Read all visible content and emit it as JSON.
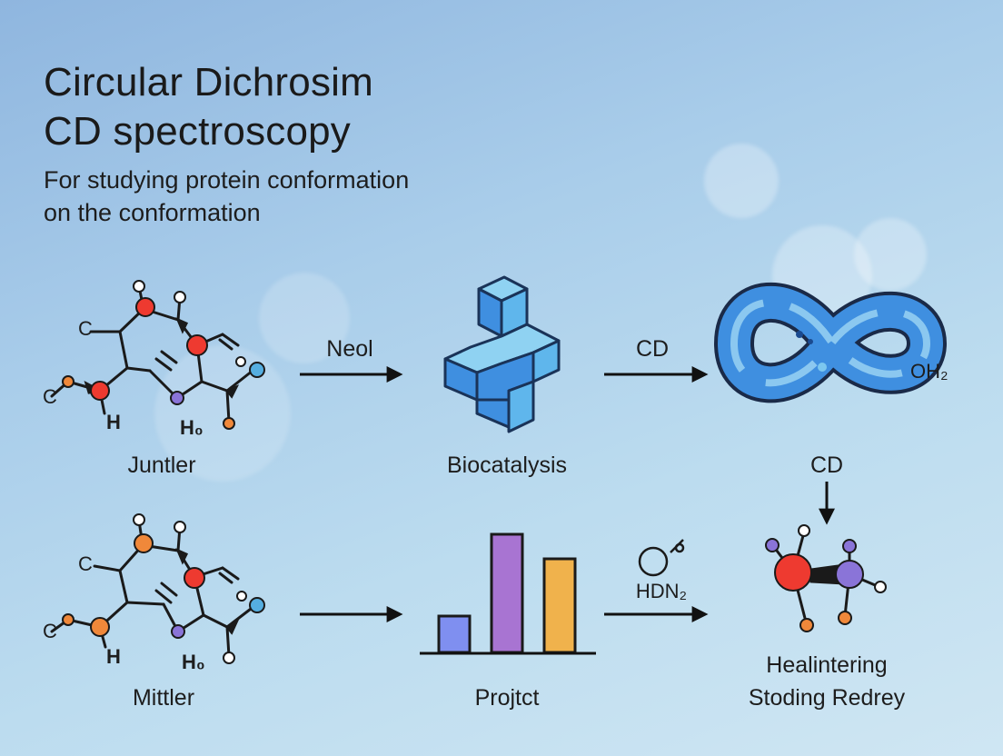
{
  "title_line1": "Circular Dichrosim",
  "title_line2": "CD spectroscopy",
  "subtitle_line1": "For studying protein conformation",
  "subtitle_line2": "on the conformation",
  "top_row": {
    "left_molecule": {
      "label": "Juntler",
      "atom_c1": "C",
      "atom_c2": "C",
      "atom_h": "H",
      "atom_h0": "H₀"
    },
    "arrow1_label": "Neol",
    "middle_label": "Biocatalysis",
    "arrow2_label": "CD",
    "right_label": "OH₂",
    "down_label": "CD"
  },
  "bottom_row": {
    "left_molecule": {
      "label": "Mittler",
      "atom_c1": "C",
      "atom_c2": "C",
      "atom_h": "H",
      "atom_h0": "H₀"
    },
    "chart_label": "Projtct",
    "arrow_label": "HDN₂",
    "right_label_line1": "Healintering",
    "right_label_line2": "Stoding Redrey"
  },
  "chart_data": {
    "type": "bar",
    "values": [
      40,
      130,
      103
    ],
    "colors": [
      "#7f8ff0",
      "#a874d2",
      "#f0b24c"
    ],
    "ylim": [
      0,
      140
    ]
  },
  "colors": {
    "accent_blue": "#3f8fe0",
    "red_atom": "#ee3a30",
    "orange_atom": "#f0883a",
    "blue_atom": "#55aee0",
    "purple_atom": "#8a74d8"
  }
}
